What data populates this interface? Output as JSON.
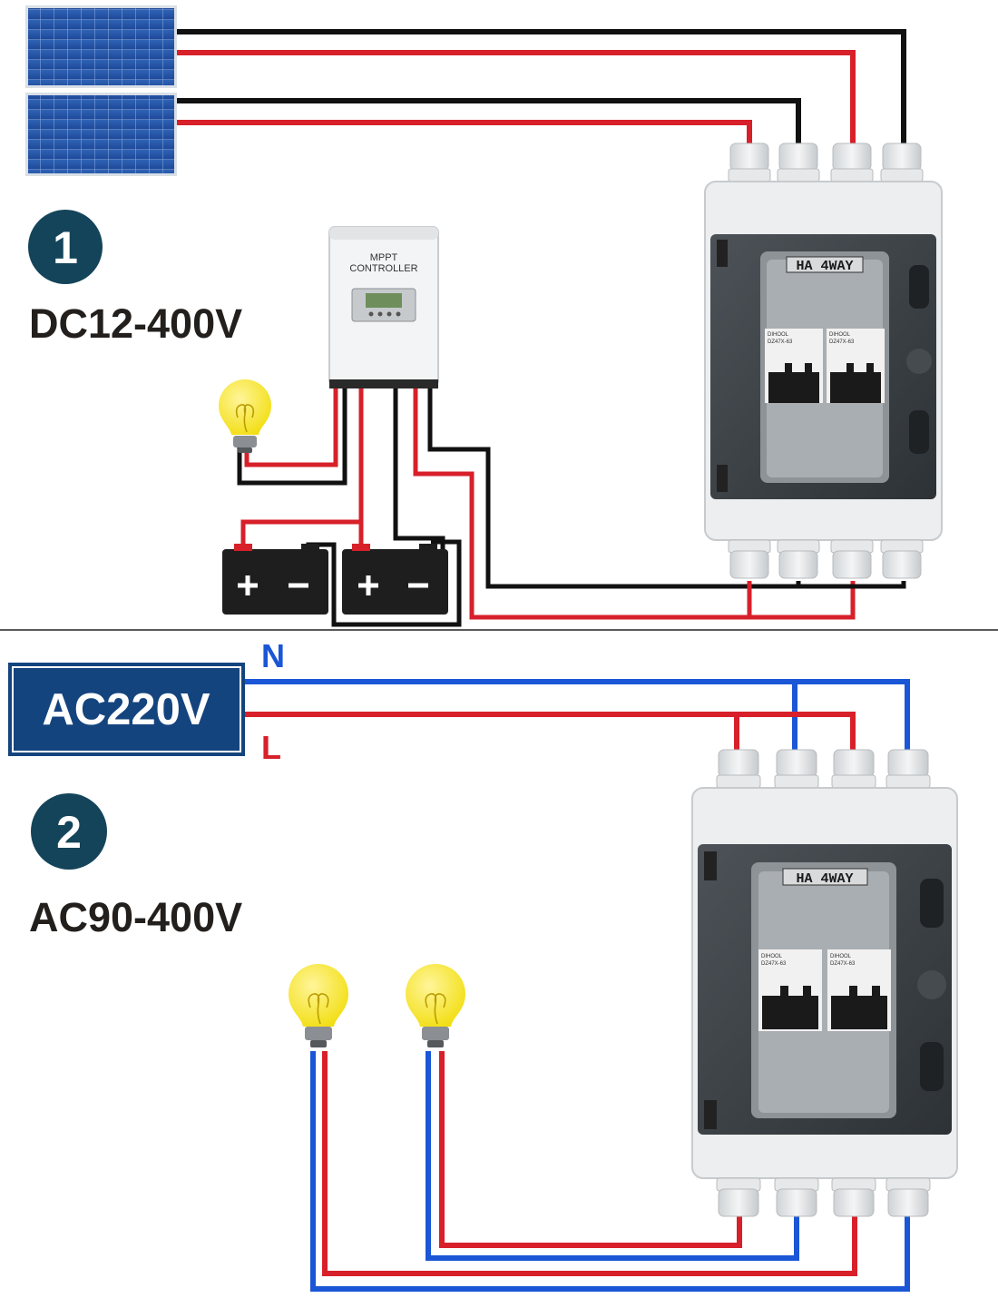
{
  "colors": {
    "dc_positive": "#d7202a",
    "dc_negative": "#111111",
    "ac_neutral": "#1a56d6",
    "ac_line": "#d7202a",
    "badge": "#14445a",
    "ac_source": "#14447e",
    "title_text": "#231f1c"
  },
  "section1": {
    "number": "1",
    "title": "DC12-400V",
    "controller": {
      "line1": "MPPT",
      "line2": "CONTROLLER"
    },
    "enclosure_label": "HA 4WAY",
    "breaker_brand": "DIHOOL",
    "breaker_model": "DZ47X-63"
  },
  "section2": {
    "number": "2",
    "title": "AC90-400V",
    "source_label": "AC220V",
    "neutral_letter": "N",
    "line_letter": "L",
    "enclosure_label": "HA 4WAY",
    "breaker_brand": "DIHOOL",
    "breaker_model": "DZ47X-63"
  },
  "icons": [
    "solar-panel-icon",
    "light-bulb-icon",
    "battery-icon",
    "mppt-controller-icon",
    "combiner-box-icon"
  ]
}
